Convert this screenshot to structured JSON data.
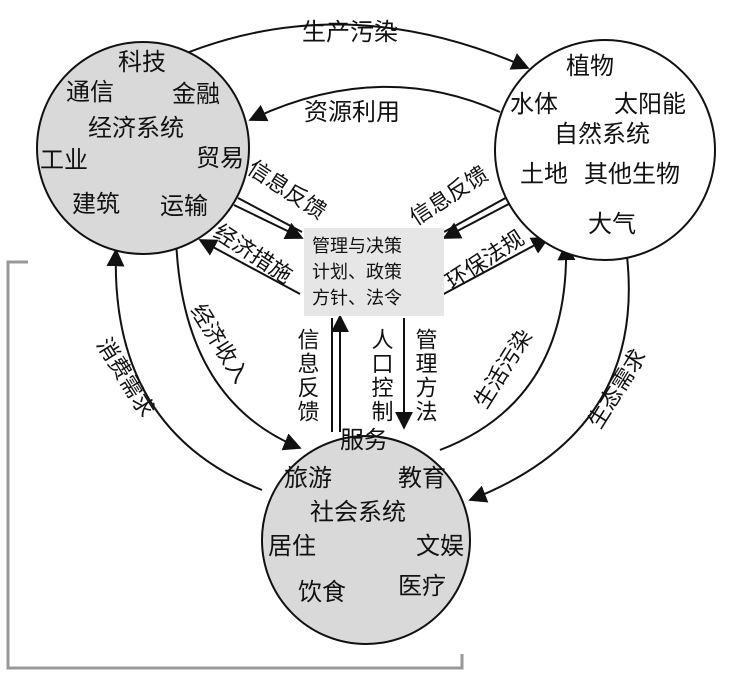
{
  "economic_system": {
    "title": "经济系统",
    "items": [
      "科技",
      "通信",
      "金融",
      "工业",
      "贸易",
      "建筑",
      "运输"
    ]
  },
  "natural_system": {
    "title": "自然系统",
    "items": [
      "植物",
      "水体",
      "太阳能",
      "土地",
      "其他生物",
      "大气"
    ]
  },
  "social_system": {
    "title": "社会系统",
    "items": [
      "服务",
      "旅游",
      "教育",
      "居住",
      "文娱",
      "饮食",
      "医疗"
    ]
  },
  "center": {
    "lines": [
      "管理与决策",
      "计划、政策",
      "方针、法令"
    ]
  },
  "flows": {
    "econ_to_nature": "生产污染",
    "nature_to_econ": "资源利用",
    "econ_info": "信息反馈",
    "nature_info": "信息反馈",
    "to_econ_measures": "经济措施",
    "to_nature_laws": "环保法规",
    "econ_income": "经济收入",
    "social_info": "信息反馈",
    "population": "人口控制",
    "mgmt_methods": "管理方法",
    "consumer_demand": "消费需求",
    "living_pollution": "生活污染",
    "eco_demand": "生态需求"
  },
  "colors": {
    "gray_circle": "#d9d9d9",
    "white_circle": "#ffffff",
    "center_box": "#e6e6e6",
    "line": "#111111",
    "bracket": "#999999"
  }
}
